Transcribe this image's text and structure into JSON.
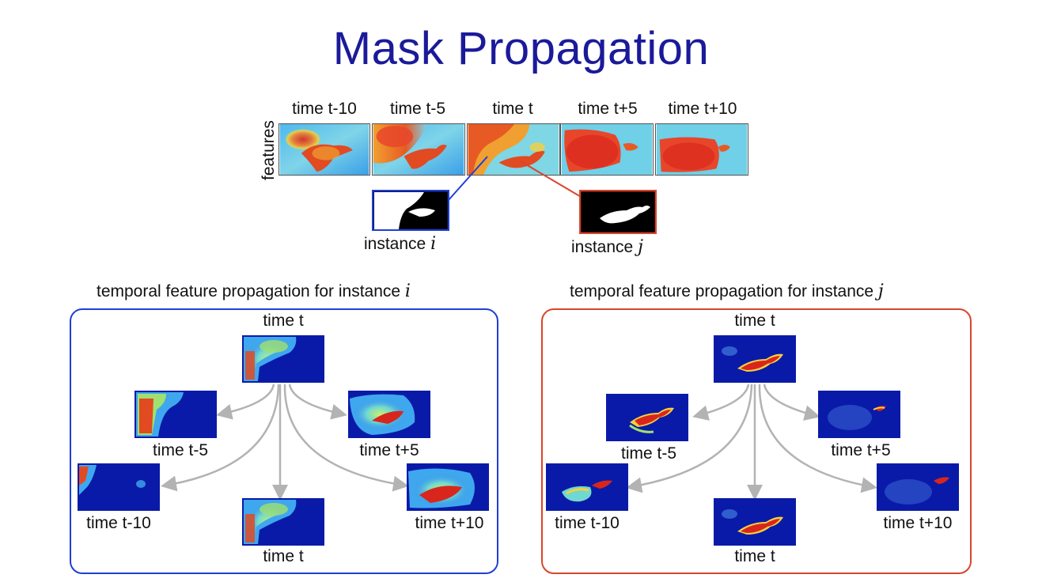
{
  "title": "Mask Propagation",
  "features_axis_label": "features",
  "top_frames": [
    {
      "label": "time t-10"
    },
    {
      "label": "time t-5"
    },
    {
      "label": "time t"
    },
    {
      "label": "time t+5"
    },
    {
      "label": "time t+10"
    }
  ],
  "instances": {
    "i": {
      "label": "instance",
      "var": "i",
      "color": "#1f3fd6"
    },
    "j": {
      "label": "instance",
      "var": "j",
      "color": "#d9452c"
    }
  },
  "panels": {
    "i": {
      "title": "temporal feature propagation for instance",
      "var": "i",
      "border_color": "#1f3fd6",
      "labels": {
        "top": "time t",
        "left1": "time t-5",
        "right1": "time t+5",
        "left2": "time t-10",
        "right2": "time t+10",
        "bottom": "time t"
      }
    },
    "j": {
      "title": "temporal feature propagation for instance",
      "var": "j",
      "border_color": "#d9452c",
      "labels": {
        "top": "time t",
        "left1": "time t-5",
        "right1": "time t+5",
        "left2": "time t-10",
        "right2": "time t+10",
        "bottom": "time t"
      }
    }
  },
  "colors": {
    "title": "#1a1a9a",
    "arrow": "#b3b3b3",
    "heat_cold": "#0a1aa8",
    "heat_cool": "#3fa7ee",
    "heat_mid": "#8fe07a",
    "heat_warm": "#f0a030",
    "heat_hot": "#d9261c"
  }
}
